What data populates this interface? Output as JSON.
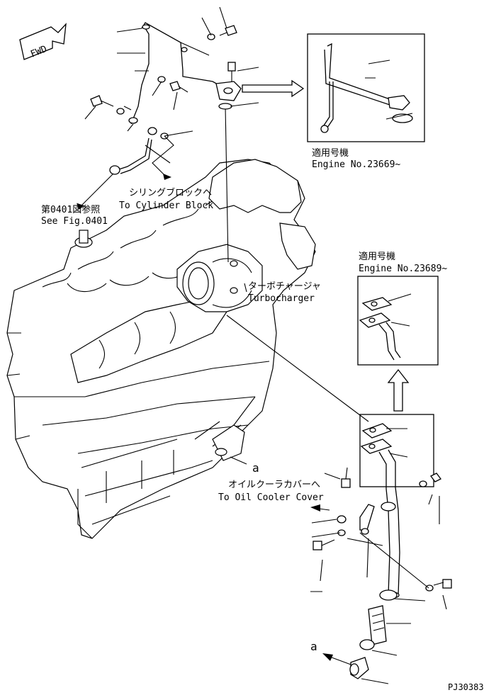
{
  "fwd_label": "FWD",
  "inset_top": {
    "jp": "適用号機",
    "en": "Engine No.23669~"
  },
  "inset_right": {
    "jp": "適用号機",
    "en": "Engine No.23689~"
  },
  "cylinder_block": {
    "jp": "シリングブロックヘ",
    "en": "To Cylinder Block"
  },
  "see_fig": {
    "jp": "第0401図参照",
    "en": "See Fig.0401"
  },
  "turbocharger": {
    "jp": "ターボチャージャ",
    "en": "Turbocharger"
  },
  "oil_cooler": {
    "jp": "オイルクーラカバーへ",
    "en": "To Oil Cooler Cover"
  },
  "ref_a_mid": "a",
  "ref_a_bottom": "a",
  "page_code": "PJ30383"
}
